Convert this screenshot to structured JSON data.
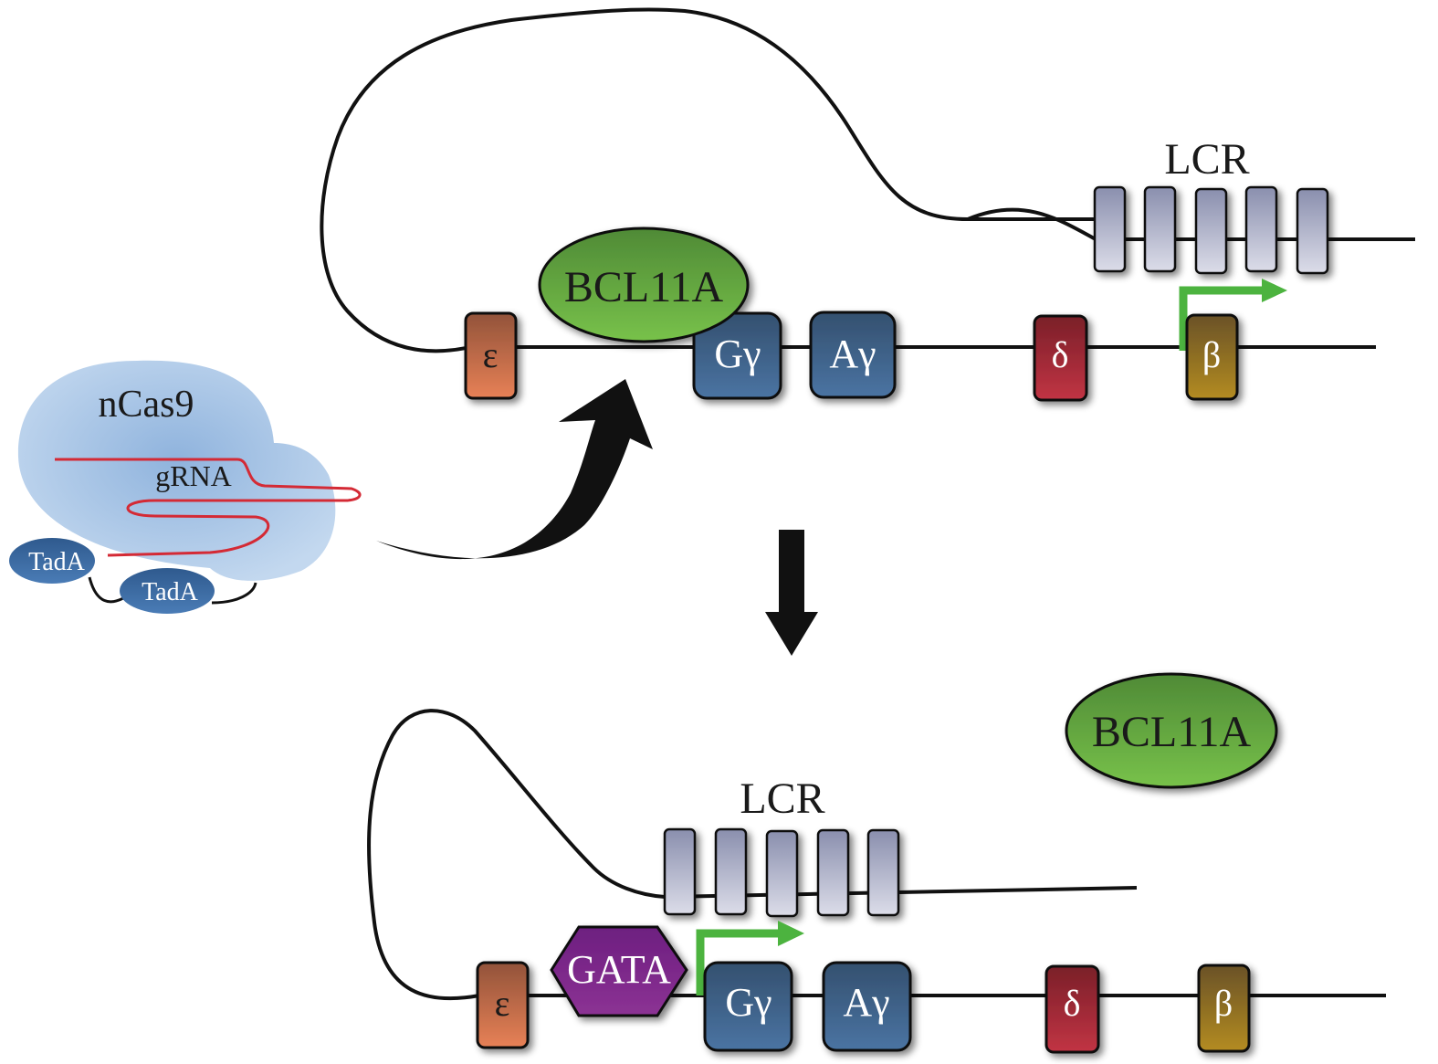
{
  "diagram": {
    "title": "Base editing of BCL11A binding site to reactivate fetal gamma-globin",
    "editor": {
      "protein_label": "nCas9",
      "guide_label": "gRNA",
      "deaminase_labels": [
        "TadA",
        "TadA"
      ]
    },
    "before": {
      "lcr_label": "LCR",
      "lcr_element_count": 5,
      "repressor_label": "BCL11A",
      "genes": [
        {
          "label": "ε",
          "name": "epsilon-globin",
          "color": "#d9744a"
        },
        {
          "label": "Gγ",
          "name": "G-gamma-globin",
          "color": "#3f6690"
        },
        {
          "label": "Aγ",
          "name": "A-gamma-globin",
          "color": "#3f6690"
        },
        {
          "label": "δ",
          "name": "delta-globin",
          "color": "#a62a36"
        },
        {
          "label": "β",
          "name": "beta-globin",
          "color": "#9a7a20"
        }
      ],
      "active_gene": "β"
    },
    "after": {
      "lcr_label": "LCR",
      "lcr_element_count": 5,
      "activator_label": "GATA",
      "released_repressor_label": "BCL11A",
      "genes": [
        {
          "label": "ε",
          "name": "epsilon-globin",
          "color": "#d9744a"
        },
        {
          "label": "Gγ",
          "name": "G-gamma-globin",
          "color": "#3f6690"
        },
        {
          "label": "Aγ",
          "name": "A-gamma-globin",
          "color": "#3f6690"
        },
        {
          "label": "δ",
          "name": "delta-globin",
          "color": "#a62a36"
        },
        {
          "label": "β",
          "name": "beta-globin",
          "color": "#9a7a20"
        }
      ],
      "active_gene": "Gγ"
    },
    "colors": {
      "nCas9": "#a9c6e6",
      "gRNA": "#d42a35",
      "TadA": "#3e6fa8",
      "BCL11A": "#6db444",
      "GATA": "#7f2a8c",
      "LCR": "#b2b6cc",
      "transcription_arrow": "#4cb33f",
      "dna": "#111111"
    }
  }
}
